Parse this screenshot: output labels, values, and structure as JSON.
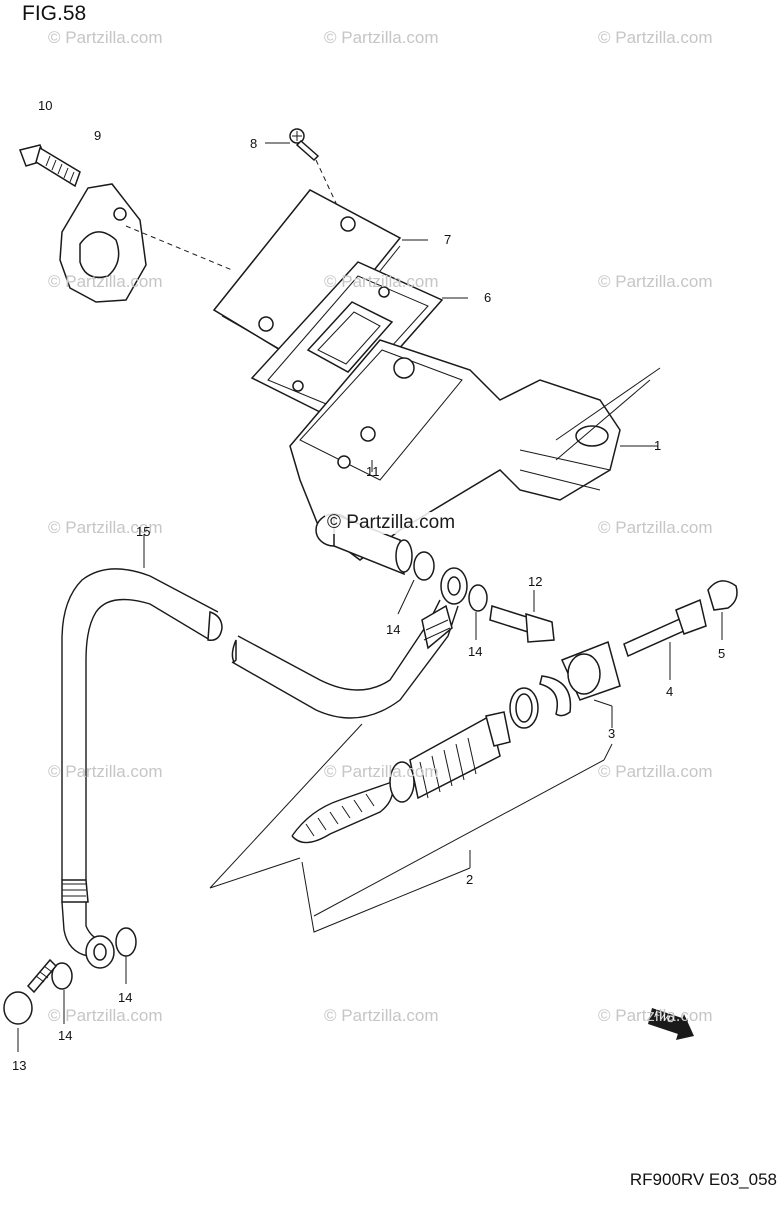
{
  "figure": {
    "title": "FIG.58",
    "code": "RF900RV E03_058"
  },
  "watermark": {
    "text": "© Partzilla.com",
    "center_text": "© Partzilla.com"
  },
  "callouts": [
    {
      "id": "c1",
      "label": "1"
    },
    {
      "id": "c2",
      "label": "2"
    },
    {
      "id": "c3",
      "label": "3"
    },
    {
      "id": "c4",
      "label": "4"
    },
    {
      "id": "c5",
      "label": "5"
    },
    {
      "id": "c6",
      "label": "6"
    },
    {
      "id": "c7",
      "label": "7"
    },
    {
      "id": "c8",
      "label": "8"
    },
    {
      "id": "c9",
      "label": "9"
    },
    {
      "id": "c10",
      "label": "10"
    },
    {
      "id": "c11",
      "label": "11"
    },
    {
      "id": "c12",
      "label": "12"
    },
    {
      "id": "c13",
      "label": "13"
    },
    {
      "id": "c14a",
      "label": "14"
    },
    {
      "id": "c14b",
      "label": "14"
    },
    {
      "id": "c14c",
      "label": "14"
    },
    {
      "id": "c14d",
      "label": "14"
    },
    {
      "id": "c15",
      "label": "15"
    }
  ],
  "fwd_badge": "FWD",
  "colors": {
    "line": "#1a1a1a",
    "watermark": "#c6c6c6",
    "background": "#ffffff"
  }
}
